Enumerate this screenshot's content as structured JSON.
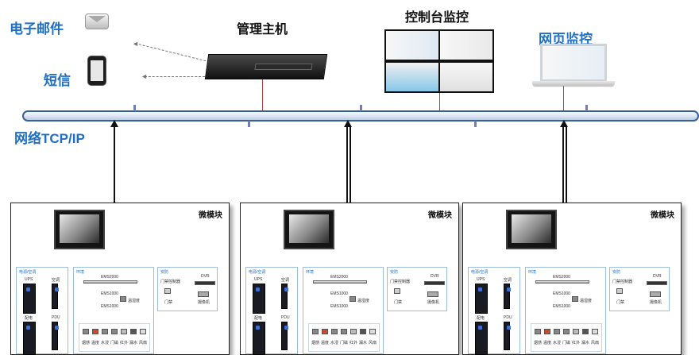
{
  "nodes": {
    "email": "电子邮件",
    "sms": "短信",
    "host": "管理主机",
    "console": "控制台监控",
    "web": "网页监控",
    "network": "网络TCP/IP"
  },
  "module": {
    "title": "微模块",
    "power_cooling": "电源/空调",
    "ups": "UPS",
    "ac": "空调",
    "pdu_cab": "配电",
    "pdu": "PDU",
    "environment": "环境",
    "ems2000": "EMS2000",
    "ems1000a": "EMS1000",
    "ems1000b": "EMS1000",
    "temp_hum": "温湿度",
    "security": "安防",
    "door": "门禁控制器",
    "door_short": "门禁",
    "dvr": "DVR",
    "camera": "摄像机",
    "sensors": [
      "烟感",
      "温度",
      "水浸",
      "门磁",
      "红外",
      "漏水",
      "风扇"
    ]
  },
  "colors": {
    "title_blue": "#1f6fc5",
    "bus_border": "#3a5f95"
  }
}
